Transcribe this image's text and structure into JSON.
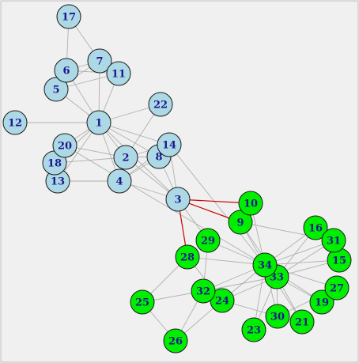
{
  "graph": {
    "nodes": [
      {
        "id": "1",
        "group": "a"
      },
      {
        "id": "2",
        "group": "a"
      },
      {
        "id": "3",
        "group": "a"
      },
      {
        "id": "4",
        "group": "a"
      },
      {
        "id": "5",
        "group": "a"
      },
      {
        "id": "6",
        "group": "a"
      },
      {
        "id": "7",
        "group": "a"
      },
      {
        "id": "8",
        "group": "a"
      },
      {
        "id": "9",
        "group": "b"
      },
      {
        "id": "10",
        "group": "b"
      },
      {
        "id": "11",
        "group": "a"
      },
      {
        "id": "12",
        "group": "a"
      },
      {
        "id": "13",
        "group": "a"
      },
      {
        "id": "14",
        "group": "a"
      },
      {
        "id": "15",
        "group": "b"
      },
      {
        "id": "16",
        "group": "b"
      },
      {
        "id": "17",
        "group": "a"
      },
      {
        "id": "18",
        "group": "a"
      },
      {
        "id": "19",
        "group": "b"
      },
      {
        "id": "20",
        "group": "a"
      },
      {
        "id": "21",
        "group": "b"
      },
      {
        "id": "22",
        "group": "a"
      },
      {
        "id": "23",
        "group": "b"
      },
      {
        "id": "24",
        "group": "b"
      },
      {
        "id": "25",
        "group": "b"
      },
      {
        "id": "26",
        "group": "b"
      },
      {
        "id": "27",
        "group": "b"
      },
      {
        "id": "28",
        "group": "b"
      },
      {
        "id": "29",
        "group": "b"
      },
      {
        "id": "30",
        "group": "b"
      },
      {
        "id": "31",
        "group": "b"
      },
      {
        "id": "32",
        "group": "b"
      },
      {
        "id": "33",
        "group": "b"
      },
      {
        "id": "34",
        "group": "b"
      }
    ],
    "edges": [
      [
        "1",
        "2"
      ],
      [
        "1",
        "3"
      ],
      [
        "1",
        "4"
      ],
      [
        "1",
        "5"
      ],
      [
        "1",
        "6"
      ],
      [
        "1",
        "7"
      ],
      [
        "1",
        "8"
      ],
      [
        "1",
        "11"
      ],
      [
        "1",
        "12"
      ],
      [
        "1",
        "13"
      ],
      [
        "1",
        "14"
      ],
      [
        "1",
        "18"
      ],
      [
        "1",
        "20"
      ],
      [
        "1",
        "22"
      ],
      [
        "2",
        "3"
      ],
      [
        "2",
        "4"
      ],
      [
        "2",
        "8"
      ],
      [
        "2",
        "14"
      ],
      [
        "2",
        "18"
      ],
      [
        "2",
        "20"
      ],
      [
        "2",
        "22"
      ],
      [
        "3",
        "4"
      ],
      [
        "3",
        "8"
      ],
      [
        "3",
        "9"
      ],
      [
        "3",
        "10"
      ],
      [
        "3",
        "14"
      ],
      [
        "3",
        "28"
      ],
      [
        "3",
        "29"
      ],
      [
        "4",
        "8"
      ],
      [
        "4",
        "13"
      ],
      [
        "4",
        "14"
      ],
      [
        "5",
        "7"
      ],
      [
        "5",
        "11"
      ],
      [
        "6",
        "7"
      ],
      [
        "6",
        "11"
      ],
      [
        "6",
        "17"
      ],
      [
        "7",
        "17"
      ],
      [
        "9",
        "31"
      ],
      [
        "9",
        "33"
      ],
      [
        "9",
        "34"
      ],
      [
        "10",
        "34"
      ],
      [
        "14",
        "34"
      ],
      [
        "15",
        "33"
      ],
      [
        "15",
        "34"
      ],
      [
        "16",
        "33"
      ],
      [
        "16",
        "34"
      ],
      [
        "19",
        "33"
      ],
      [
        "19",
        "34"
      ],
      [
        "20",
        "34"
      ],
      [
        "21",
        "33"
      ],
      [
        "21",
        "34"
      ],
      [
        "23",
        "33"
      ],
      [
        "23",
        "34"
      ],
      [
        "24",
        "26"
      ],
      [
        "24",
        "28"
      ],
      [
        "24",
        "30"
      ],
      [
        "24",
        "33"
      ],
      [
        "24",
        "34"
      ],
      [
        "25",
        "26"
      ],
      [
        "25",
        "28"
      ],
      [
        "25",
        "32"
      ],
      [
        "26",
        "32"
      ],
      [
        "27",
        "30"
      ],
      [
        "27",
        "34"
      ],
      [
        "28",
        "34"
      ],
      [
        "29",
        "32"
      ],
      [
        "29",
        "34"
      ],
      [
        "30",
        "33"
      ],
      [
        "30",
        "34"
      ],
      [
        "31",
        "33"
      ],
      [
        "31",
        "34"
      ],
      [
        "32",
        "33"
      ],
      [
        "32",
        "34"
      ],
      [
        "33",
        "34"
      ]
    ],
    "highlighted_edges": [
      [
        "3",
        "9"
      ],
      [
        "3",
        "10"
      ],
      [
        "3",
        "28"
      ]
    ],
    "colors": {
      "background": "#f0f0f0",
      "frame": "#b8b8b8",
      "edge": "#b0b0b0",
      "highlight_edge": "#cc0000",
      "group_a_fill": "#add8e6",
      "group_b_fill": "#00ee00",
      "node_stroke": "#1a1a1a",
      "label": "#1a1a8c"
    }
  }
}
